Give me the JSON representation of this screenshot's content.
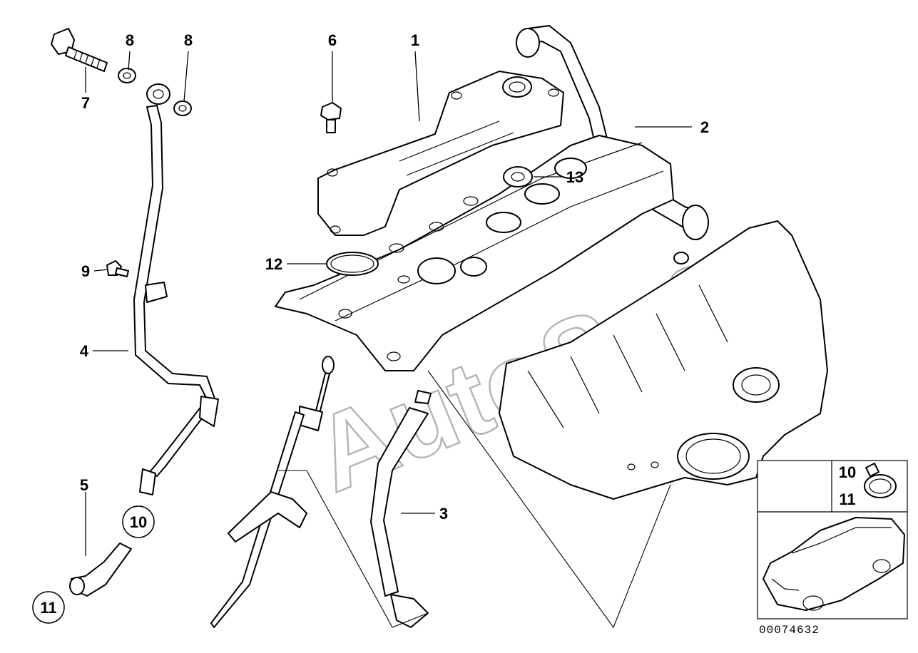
{
  "diagram": {
    "callouts": {
      "c1": "1",
      "c2": "2",
      "c3": "3",
      "c4": "4",
      "c5": "5",
      "c6": "6",
      "c7": "7",
      "c8a": "8",
      "c8b": "8",
      "c9": "9",
      "c10": "10",
      "c11": "11",
      "c12": "12",
      "c13": "13"
    },
    "inset": {
      "label10": "10",
      "label11": "11"
    },
    "watermark": "AutoSoft",
    "document_id": "00074632"
  }
}
